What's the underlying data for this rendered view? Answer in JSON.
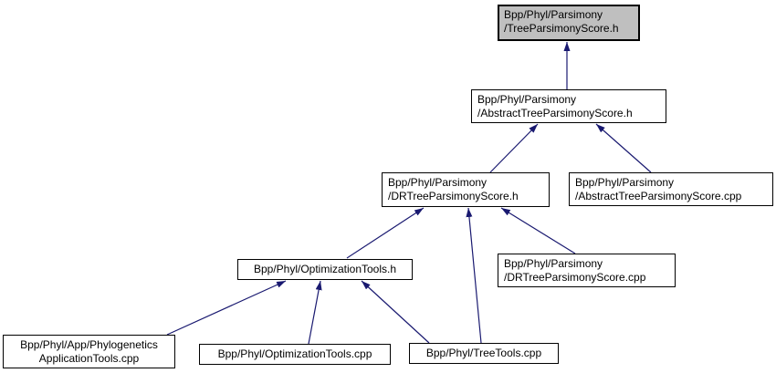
{
  "graph": {
    "kind": "include-dependency-graph",
    "colors": {
      "background": "#ffffff",
      "node_border": "#000000",
      "node_fill": "#ffffff",
      "highlight_fill": "#bfbfbf",
      "arrow": "#191970"
    },
    "nodes": {
      "treeParsimonyScoreH": {
        "line1": "Bpp/Phyl/Parsimony",
        "line2": "/TreeParsimonyScore.h",
        "highlighted": true
      },
      "abstractTreeParsimonyScoreH": {
        "line1": "Bpp/Phyl/Parsimony",
        "line2": "/AbstractTreeParsimonyScore.h"
      },
      "drTreeParsimonyScoreH": {
        "line1": "Bpp/Phyl/Parsimony",
        "line2": "/DRTreeParsimonyScore.h"
      },
      "abstractTreeParsimonyScoreCpp": {
        "line1": "Bpp/Phyl/Parsimony",
        "line2": "/AbstractTreeParsimonyScore.cpp"
      },
      "optimizationToolsH": {
        "label": "Bpp/Phyl/OptimizationTools.h"
      },
      "drTreeParsimonyScoreCpp": {
        "line1": "Bpp/Phyl/Parsimony",
        "line2": "/DRTreeParsimonyScore.cpp"
      },
      "phylogeneticsApplicationToolsCpp": {
        "line1": "Bpp/Phyl/App/Phylogenetics",
        "line2": "ApplicationTools.cpp"
      },
      "optimizationToolsCpp": {
        "label": "Bpp/Phyl/OptimizationTools.cpp"
      },
      "treeToolsCpp": {
        "label": "Bpp/Phyl/TreeTools.cpp"
      }
    },
    "edges": [
      {
        "from": "Bpp/Phyl/Parsimony/AbstractTreeParsimonyScore.h",
        "to": "Bpp/Phyl/Parsimony/TreeParsimonyScore.h"
      },
      {
        "from": "Bpp/Phyl/Parsimony/DRTreeParsimonyScore.h",
        "to": "Bpp/Phyl/Parsimony/AbstractTreeParsimonyScore.h"
      },
      {
        "from": "Bpp/Phyl/Parsimony/AbstractTreeParsimonyScore.cpp",
        "to": "Bpp/Phyl/Parsimony/AbstractTreeParsimonyScore.h"
      },
      {
        "from": "Bpp/Phyl/OptimizationTools.h",
        "to": "Bpp/Phyl/Parsimony/DRTreeParsimonyScore.h"
      },
      {
        "from": "Bpp/Phyl/TreeTools.cpp",
        "to": "Bpp/Phyl/Parsimony/DRTreeParsimonyScore.h"
      },
      {
        "from": "Bpp/Phyl/Parsimony/DRTreeParsimonyScore.cpp",
        "to": "Bpp/Phyl/Parsimony/DRTreeParsimonyScore.h"
      },
      {
        "from": "Bpp/Phyl/App/PhylogeneticsApplicationTools.cpp",
        "to": "Bpp/Phyl/OptimizationTools.h"
      },
      {
        "from": "Bpp/Phyl/OptimizationTools.cpp",
        "to": "Bpp/Phyl/OptimizationTools.h"
      },
      {
        "from": "Bpp/Phyl/TreeTools.cpp",
        "to": "Bpp/Phyl/OptimizationTools.h"
      }
    ]
  }
}
